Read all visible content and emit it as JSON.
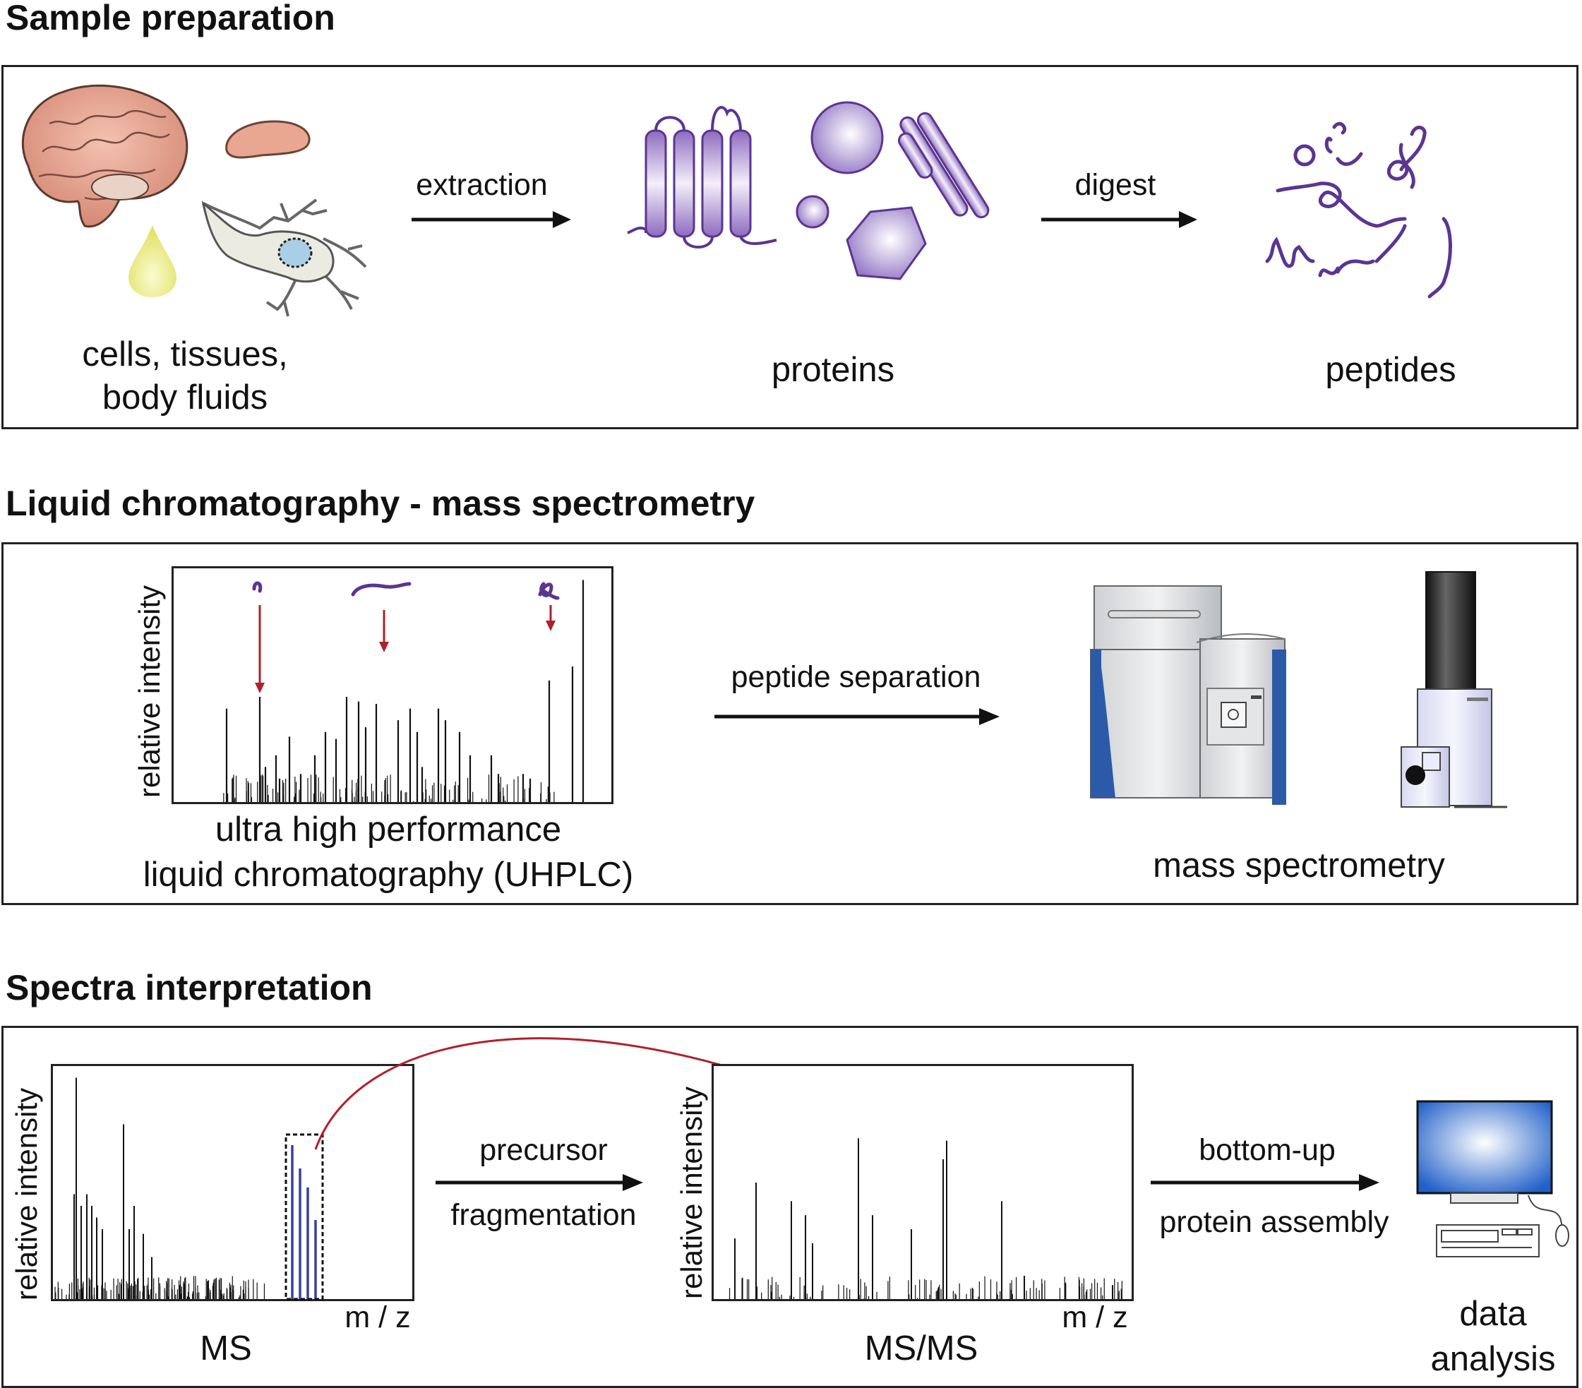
{
  "sections": {
    "sample_preparation": {
      "title": "Sample preparation",
      "source_label_line1": "cells, tissues,",
      "source_label_line2": "body fluids",
      "step1_label": "extraction",
      "proteins_label": "proteins",
      "step2_label": "digest",
      "peptides_label": "peptides"
    },
    "lcms": {
      "title": "Liquid chromatography - mass spectrometry",
      "chromatogram_ylabel": "relative intensity",
      "chromatogram_caption_line1": "ultra high performance",
      "chromatogram_caption_line2": "liquid chromatography (UHPLC)",
      "step_label": "peptide separation",
      "ms_label": "mass spectrometry"
    },
    "spectra": {
      "title": "Spectra interpretation",
      "ms_ylabel": "relative intensity",
      "ms_xlabel": "m / z",
      "ms_caption": "MS",
      "step1_label_line1": "precursor",
      "step1_label_line2": "fragmentation",
      "msms_ylabel": "relative intensity",
      "msms_xlabel": "m / z",
      "msms_caption": "MS/MS",
      "step2_label_line1": "bottom-up",
      "step2_label_line2": "protein assembly",
      "analysis_label_line1": "data",
      "analysis_label_line2": "analysis"
    }
  },
  "colors": {
    "protein_purple": "#8c6fbf",
    "peptide_purple": "#5b3591",
    "arrow_red": "#b0202a",
    "instrument_blue": "#2b5aa8",
    "monitor_blue": "#2060c8"
  },
  "icons": [
    "brain-icon",
    "organ-icon",
    "droplet-icon",
    "cell-icon",
    "protein-shapes-icon",
    "peptide-strands-icon",
    "lc-ms-instrument-icon",
    "mass-spectrometer-icon",
    "computer-icon"
  ]
}
